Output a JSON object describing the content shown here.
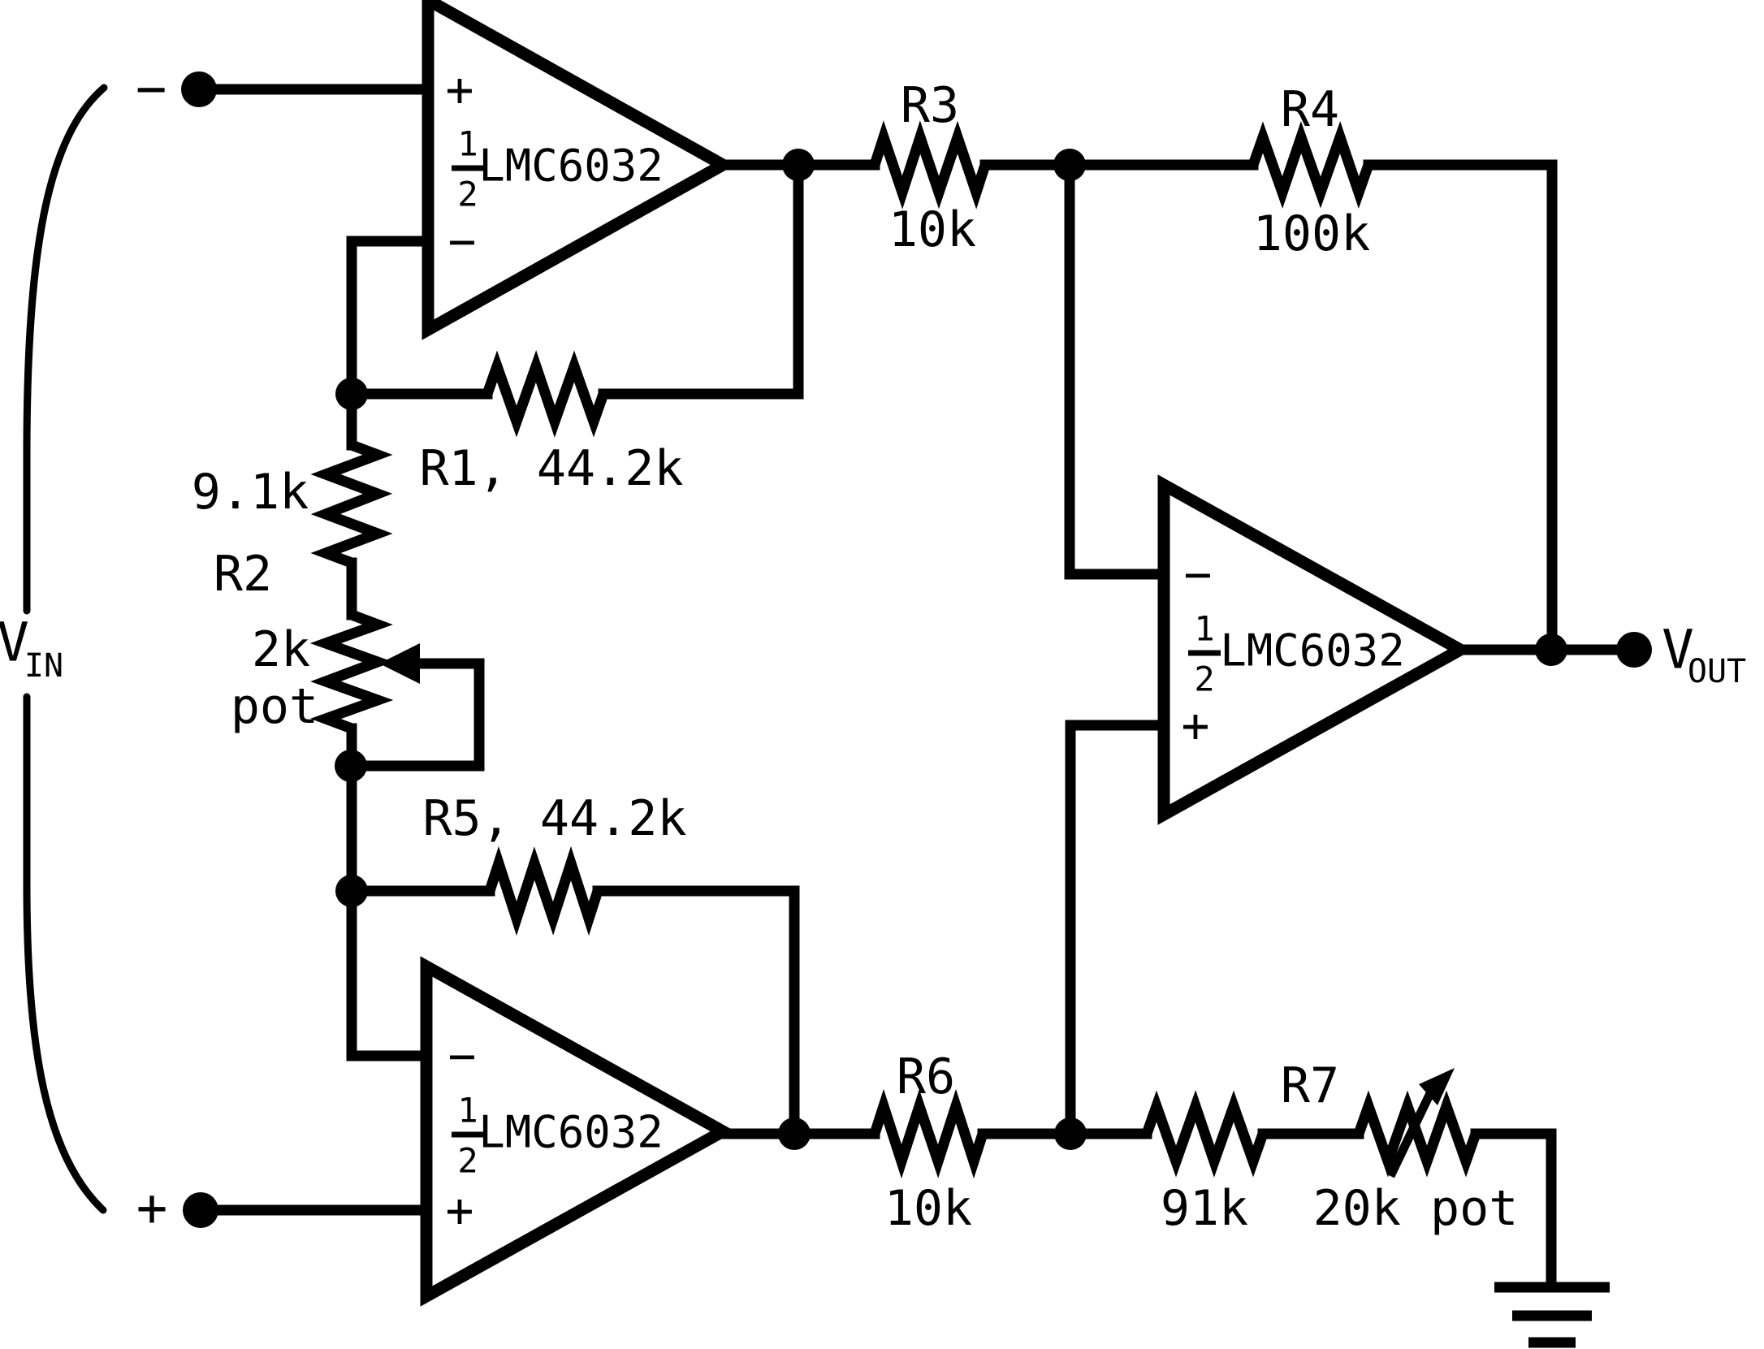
{
  "schematic": {
    "io": {
      "vin_minus_sign": "−",
      "vin_plus_sign": "+",
      "vin_base": "V",
      "vin_sub": "IN",
      "vout_base": "V",
      "vout_sub": "OUT"
    },
    "opamps": {
      "a1": {
        "fraction_numerator": "1",
        "fraction_denominator": "2",
        "part": "LMC6032",
        "noninverting": "+",
        "inverting": "−"
      },
      "a2": {
        "fraction_numerator": "1",
        "fraction_denominator": "2",
        "part": "LMC6032",
        "noninverting": "+",
        "inverting": "−"
      },
      "a3": {
        "fraction_numerator": "1",
        "fraction_denominator": "2",
        "part": "LMC6032",
        "noninverting": "+",
        "inverting": "−"
      }
    },
    "resistors": {
      "r1": {
        "label": "R1, 44.2k"
      },
      "r2": {
        "value": "9.1k",
        "name": "R2",
        "pot_value": "2k",
        "pot_unit": "pot"
      },
      "r3": {
        "name": "R3",
        "value": "10k"
      },
      "r4": {
        "name": "R4",
        "value": "100k"
      },
      "r5": {
        "label": "R5, 44.2k"
      },
      "r6": {
        "name": "R6",
        "value": "10k"
      },
      "r7": {
        "name": "R7",
        "value": "91k",
        "pot": "20k pot"
      }
    }
  }
}
